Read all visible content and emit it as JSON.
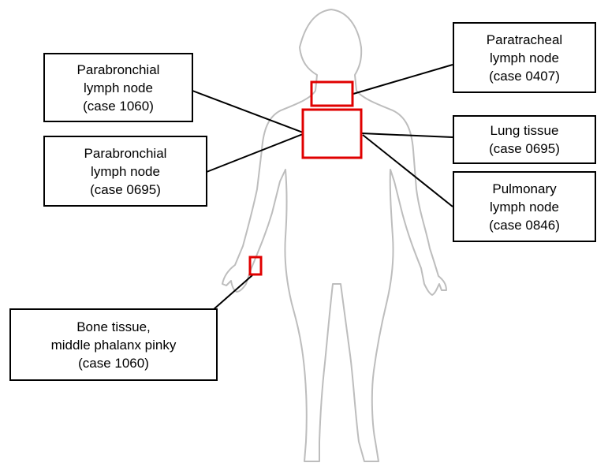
{
  "labels": {
    "parabronchial_1060": {
      "lines": [
        "Parabronchial",
        "lymph node",
        "(case 1060)"
      ]
    },
    "parabronchial_0695": {
      "lines": [
        "Parabronchial",
        "lymph node",
        "(case 0695)"
      ]
    },
    "paratracheal_0407": {
      "lines": [
        "Paratracheal",
        "lymph node",
        "(case 0407)"
      ]
    },
    "lung_0695": {
      "lines": [
        "Lung tissue",
        "(case 0695)"
      ]
    },
    "pulmonary_0846": {
      "lines": [
        "Pulmonary",
        "lymph node",
        "(case 0846)"
      ]
    },
    "bone_1060": {
      "lines": [
        "Bone tissue,",
        "middle phalanx pinky",
        "(case 1060)"
      ]
    }
  },
  "colors": {
    "region_box": "#e00000",
    "outline": "#bdbdbd",
    "connector": "#000000"
  }
}
